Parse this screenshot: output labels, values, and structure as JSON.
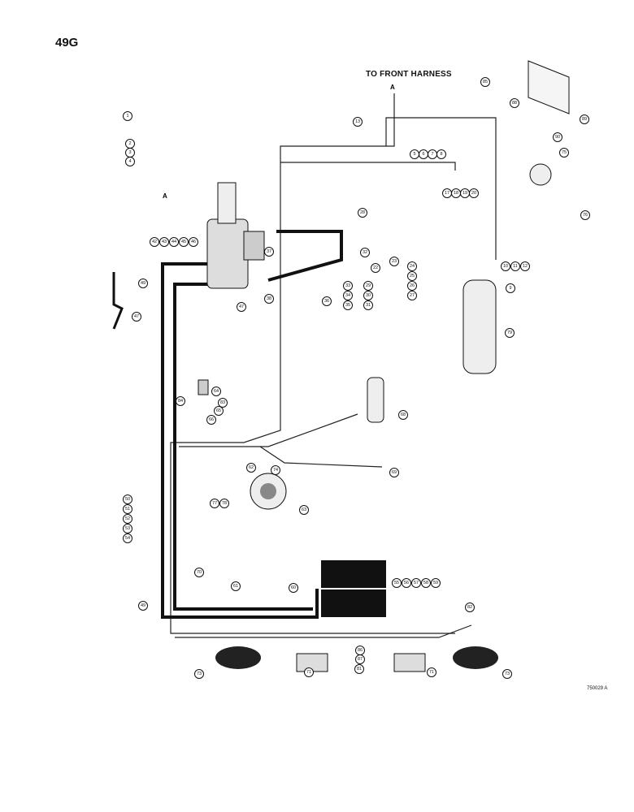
{
  "page_number": "49G",
  "harness_label": "TO FRONT HARNESS",
  "figure_code": "750029 A",
  "ref_letter": "A",
  "callouts": [
    "1",
    "2",
    "3",
    "4",
    "5",
    "6",
    "7",
    "8",
    "9",
    "10",
    "11",
    "12",
    "13",
    "17",
    "18",
    "19",
    "20",
    "22",
    "23",
    "24",
    "25",
    "26",
    "27",
    "28",
    "29",
    "30",
    "31",
    "32",
    "33",
    "34",
    "35",
    "36",
    "37",
    "38",
    "42",
    "43",
    "44",
    "45",
    "46",
    "47",
    "49",
    "50",
    "51",
    "52",
    "53",
    "54",
    "55",
    "56",
    "57",
    "58",
    "59",
    "60",
    "61",
    "62",
    "63",
    "64",
    "65",
    "66",
    "68",
    "69",
    "70",
    "71",
    "73",
    "74",
    "75",
    "76",
    "77",
    "78",
    "79",
    "81",
    "82",
    "83",
    "84",
    "85",
    "86",
    "87",
    "88",
    "89",
    "90"
  ]
}
